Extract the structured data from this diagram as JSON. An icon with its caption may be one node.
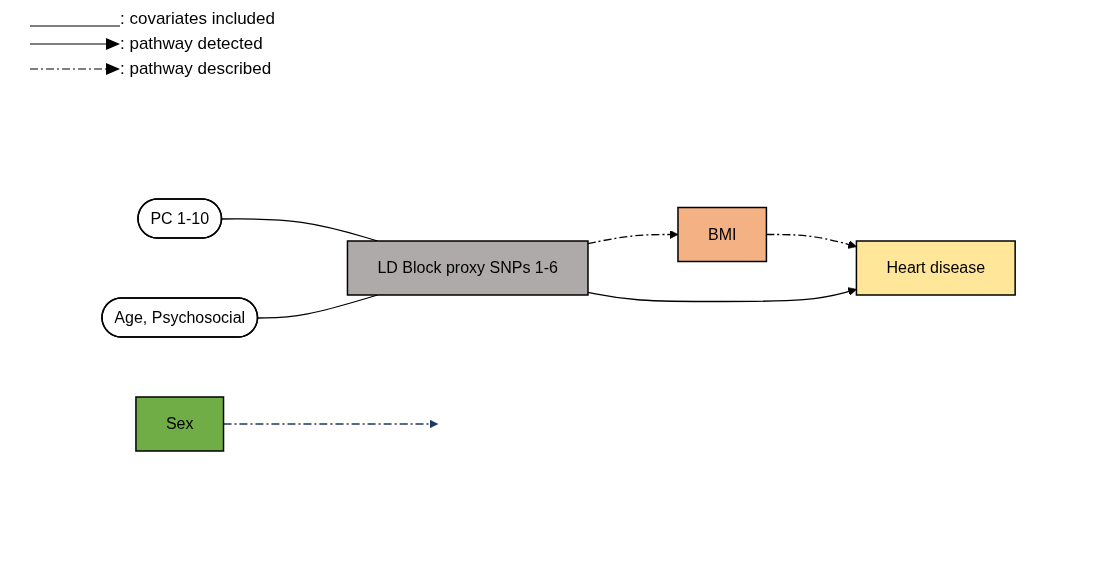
{
  "diagram": {
    "nodes": [
      {
        "text": [
          "PC 1-10"
        ]
      },
      {
        "text": [
          "Age, Psychosocial"
        ]
      },
      {
        "text": [
          "LD Block proxy SNPs 1-6"
        ]
      },
      {
        "text": [
          "BMI"
        ]
      },
      {
        "text": [
          "Heart disease"
        ]
      },
      {
        "text": [
          "Sex"
        ]
      }
    ],
    "edges": [
      {
        "from": 0,
        "to": 2,
        "arrow": "none"
      },
      {
        "from": 1,
        "to": 2,
        "arrow": "none"
      },
      {
        "from": 2,
        "to": 3,
        "arrow": "to",
        "style": "dashed"
      },
      {
        "from": 3,
        "to": 4,
        "arrow": "to",
        "style": "dashed"
      },
      {
        "from": 2,
        "to": 4,
        "arrow": "to"
      },
      {
        "from": 5,
        "to": null,
        "arrow": "to",
        "style": "dashed",
        "color": "#1f3864"
      }
    ],
    "legend": [
      {
        "text": ": covariates included"
      },
      {
        "text": ": pathway detected"
      },
      {
        "text": ": pathway described"
      }
    ]
  }
}
